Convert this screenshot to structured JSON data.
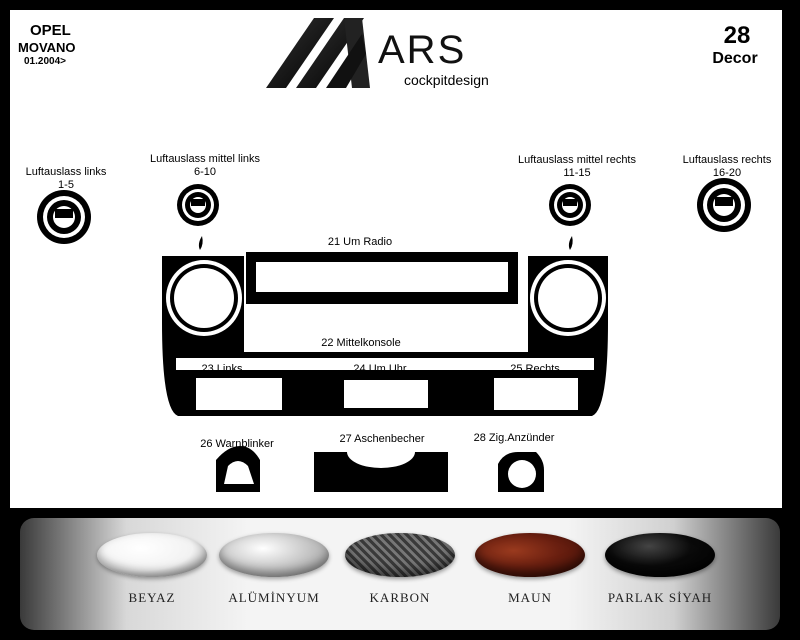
{
  "header": {
    "make": "OPEL",
    "model": "MOVANO",
    "year": "01.2004>",
    "logo_text": "ARS",
    "logo_sub": "cockpitdesign",
    "pieces": "28",
    "pieces_label": "Decor"
  },
  "parts": {
    "vent_left": {
      "name": "Luftauslass links",
      "range": "1-5"
    },
    "vent_mid_left": {
      "name": "Luftauslass mittel links",
      "range": "6-10"
    },
    "vent_mid_right": {
      "name": "Luftauslass mittel rechts",
      "range": "11-15"
    },
    "vent_right": {
      "name": "Luftauslass rechts",
      "range": "16-20"
    },
    "radio": "21  Um Radio",
    "console": "22 Mittelkonsole",
    "links": "23 Links",
    "uhr": "24 Um Uhr",
    "rechts": "25 Rechts",
    "hazard": "26 Warnblinker",
    "ashtray": "27  Aschenbecher",
    "lighter": "28 Zig.Anzünder"
  },
  "finishes": [
    {
      "label": "BEYAZ",
      "color": "#f2f2f2"
    },
    {
      "label": "ALÜMİNYUM",
      "color": "#bfbfbf"
    },
    {
      "label": "KARBON",
      "color": "#555555"
    },
    {
      "label": "MAUN",
      "color": "#6a1f10"
    },
    {
      "label": "PARLAK SİYAH",
      "color": "#050505"
    }
  ]
}
